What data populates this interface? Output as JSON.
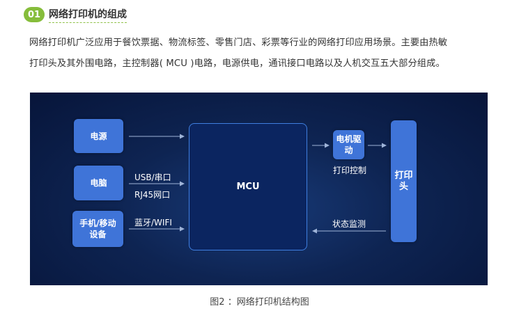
{
  "header": {
    "number": "01",
    "title": "网络打印机的组成"
  },
  "paragraph": {
    "line1": "网络打印机广泛应用于餐饮票据、物流标签、零售门店、彩票等行业的网络打印应用场景。主要由热敏",
    "line2": "打印头及其外围电路，主控制器( MCU )电路，电源供电，通讯接口电路以及人机交互五大部分组成。"
  },
  "diagram": {
    "power": "电源",
    "computer": "电脑",
    "mobile_line1": "手机/移动",
    "mobile_line2": "设备",
    "mcu": "MCU",
    "motor_line1": "电机驱",
    "motor_line2": "动",
    "printhead_line1": "打印",
    "printhead_line2": "头",
    "label_usb": "USB/串口",
    "label_rj45": "RJ45网口",
    "label_bt": "蓝牙/WIFI",
    "label_print_ctrl": "打印控制",
    "label_status": "状态监测",
    "colors": {
      "box": "#3f74d8",
      "background": "#0e2452",
      "arrow": "#9fb4d8"
    }
  },
  "caption": "图2 ：网络打印机结构图"
}
